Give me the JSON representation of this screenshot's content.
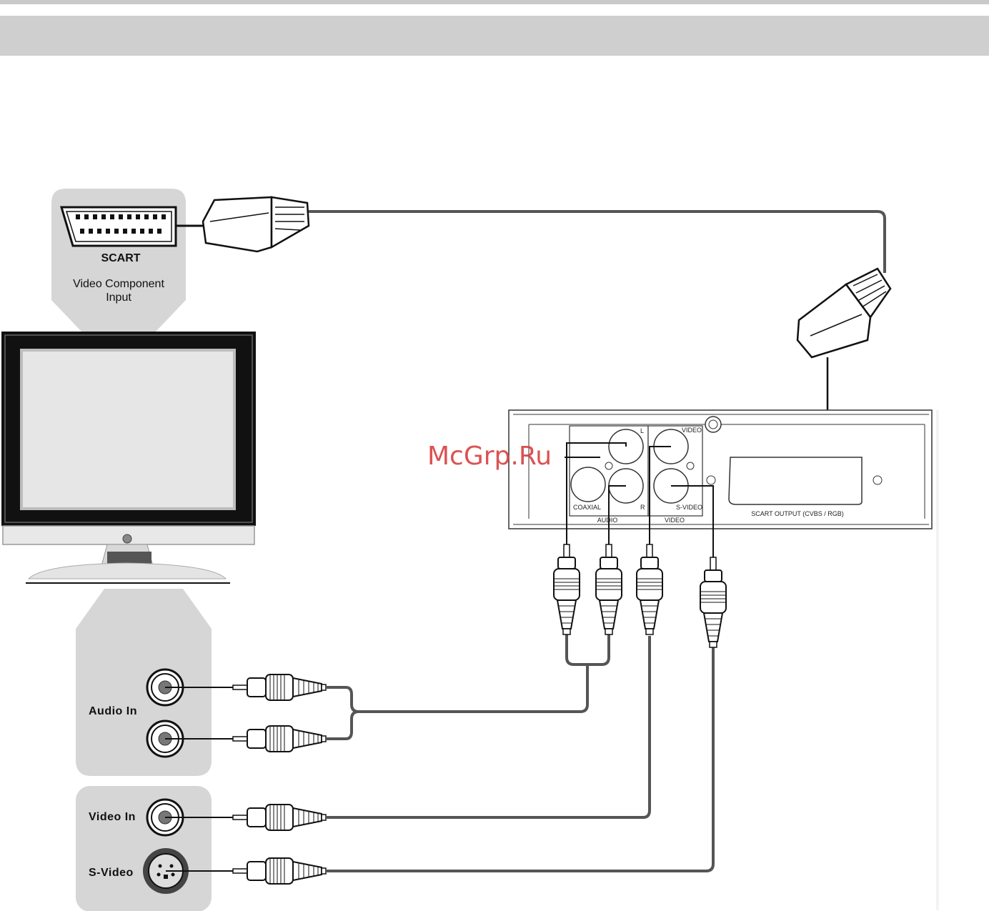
{
  "tv_panel": {
    "scart_label": "SCART",
    "scart_desc_line1": "Video Component",
    "scart_desc_line2": "Input",
    "audio_in_label": "Audio In",
    "video_in_label": "Video In",
    "svideo_label": "S-Video"
  },
  "player_panel": {
    "audio_l": "L",
    "audio_r": "R",
    "coaxial": "COAXIAL",
    "audio_group": "AUDIO",
    "video_jack": "VIDEO",
    "svideo_jack": "S-VIDEO",
    "video_group": "VIDEO",
    "scart_output": "SCART OUTPUT (CVBS / RGB)"
  },
  "watermark": "McGrp.Ru",
  "colors": {
    "header": "#cfcfcf",
    "panel": "#d6d6d6",
    "cable": "#555555",
    "watermark": "#d84040"
  }
}
